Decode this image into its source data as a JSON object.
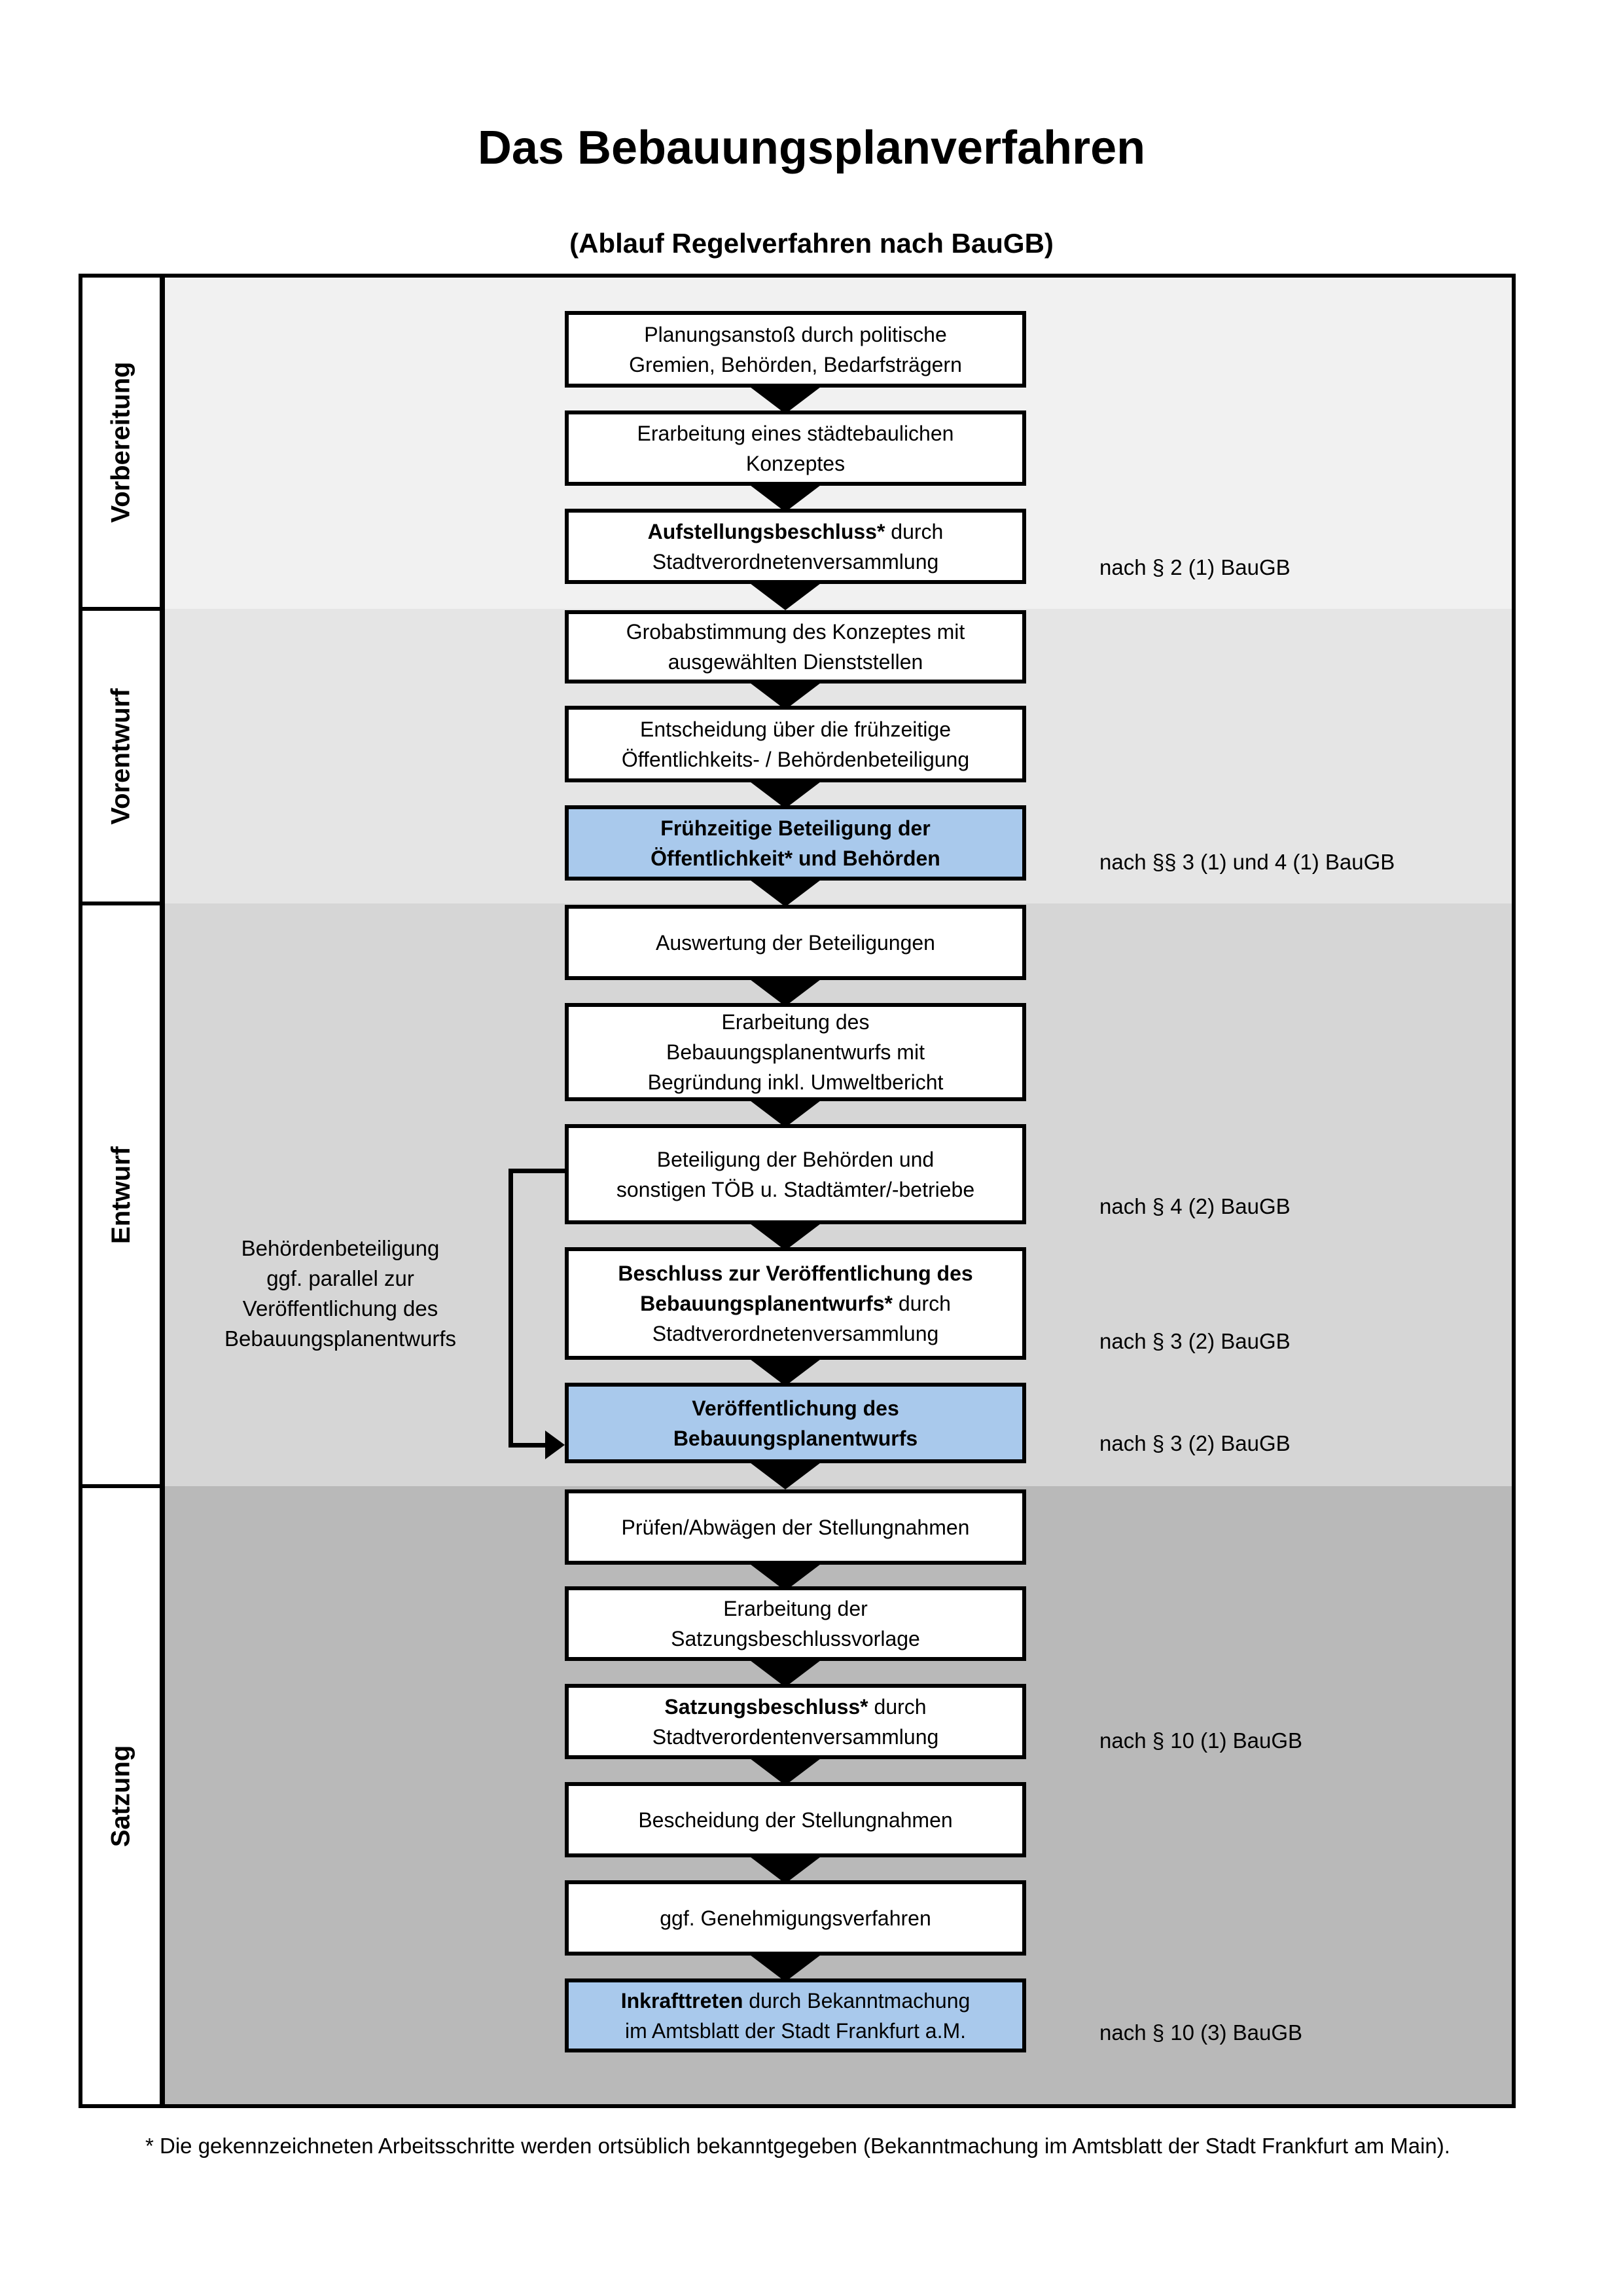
{
  "title": "Das Bebauungsplanverfahren",
  "subtitle": "(Ablauf Regelverfahren nach BauGB)",
  "phases": [
    {
      "label": "Vorbereitung"
    },
    {
      "label": "Vorentwurf"
    },
    {
      "label": "Entwurf"
    },
    {
      "label": "Satzung"
    }
  ],
  "flow": {
    "boxes": [
      {
        "bold": "",
        "text": "Planungsanstoß durch politische\nGremien, Behörden, Bedarfsträgern"
      },
      {
        "bold": "",
        "text": "Erarbeitung eines städtebaulichen\nKonzeptes"
      },
      {
        "bold": "Aufstellungsbeschluss*",
        "text": " durch\nStadtverordnetenversammlung"
      },
      {
        "bold": "",
        "text": "Grobabstimmung des Konzeptes mit\nausgewählten Dienststellen"
      },
      {
        "bold": "",
        "text": "Entscheidung über die frühzeitige\nÖffentlichkeits- / Behördenbeteiligung"
      },
      {
        "bold": "Frühzeitige Beteiligung der\nÖffentlichkeit* und Behörden",
        "text": ""
      },
      {
        "bold": "",
        "text": "Auswertung der Beteiligungen"
      },
      {
        "bold": "",
        "text": "Erarbeitung des\nBebauungsplanentwurfs mit\nBegründung inkl. Umweltbericht"
      },
      {
        "bold": "",
        "text": "Beteiligung der Behörden und\nsonstigen TÖB u. Stadtämter/-betriebe"
      },
      {
        "bold": "Beschluss zur Veröffentlichung des\nBebauungsplanentwurfs*",
        "text": " durch\nStadtverordnetenversammlung"
      },
      {
        "bold": "Veröffentlichung des\nBebauungsplanentwurfs",
        "text": ""
      },
      {
        "bold": "",
        "text": "Prüfen/Abwägen der Stellungnahmen"
      },
      {
        "bold": "",
        "text": "Erarbeitung der\nSatzungsbeschlussvorlage"
      },
      {
        "bold": "Satzungsbeschluss*",
        "text": " durch\nStadtverordentenversammlung"
      },
      {
        "bold": "",
        "text": "Bescheidung der Stellungnahmen"
      },
      {
        "bold": "",
        "text": "ggf. Genehmigungsverfahren"
      },
      {
        "bold": "Inkrafttreten",
        "text": " durch Bekanntmachung\nim Amtsblatt der Stadt Frankfurt a.M."
      }
    ]
  },
  "annotations": [
    {
      "text": "nach § 2 (1) BauGB"
    },
    {
      "text": "nach §§ 3 (1) und 4 (1) BauGB"
    },
    {
      "text": "nach § 4 (2) BauGB"
    },
    {
      "text": "nach § 3 (2) BauGB"
    },
    {
      "text": "nach § 3 (2) BauGB"
    },
    {
      "text": "nach § 10 (1) BauGB"
    },
    {
      "text": "nach § 10 (3) BauGB"
    }
  ],
  "side_note": "Behördenbeteiligung\nggf. parallel zur\nVeröffentlichung des\nBebauungsplanentwurfs",
  "footnote": "* Die gekennzeichneten Arbeitsschritte werden ortsüblich bekanntgegeben (Bekanntmachung im Amtsblatt  der Stadt Frankfurt am Main).",
  "colors": {
    "highlight_box": "#a9c9ec",
    "band_vorbereitung": "#f1f1f1",
    "band_vorentwurf": "#e5e5e5",
    "band_entwurf": "#d6d6d6",
    "band_satzung": "#b9b9b9"
  }
}
